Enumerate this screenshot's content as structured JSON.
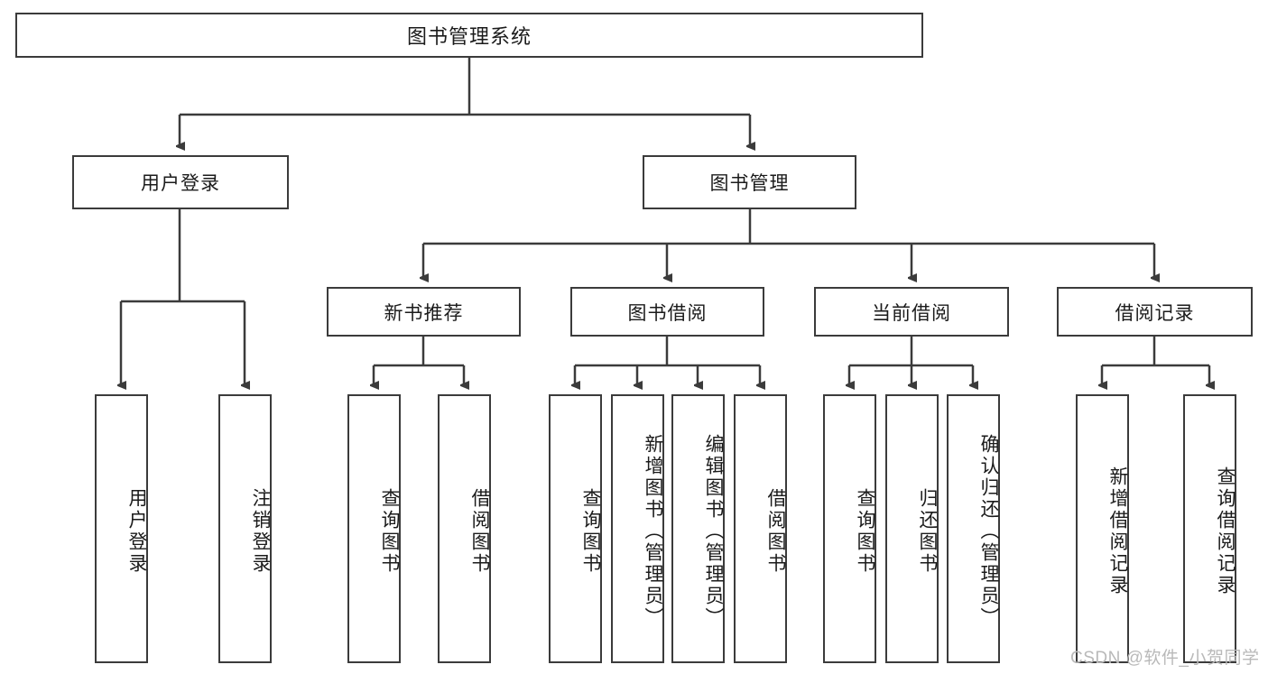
{
  "diagram": {
    "type": "tree-hierarchy",
    "title": "图书管理系统",
    "root": {
      "label": "图书管理系统"
    },
    "level2": [
      {
        "id": "user-login",
        "label": "用户登录"
      },
      {
        "id": "book-manage",
        "label": "图书管理"
      }
    ],
    "level3": [
      {
        "id": "new-book-recommend",
        "label": "新书推荐",
        "parent": "book-manage"
      },
      {
        "id": "book-borrow",
        "label": "图书借阅",
        "parent": "book-manage"
      },
      {
        "id": "current-borrow",
        "label": "当前借阅",
        "parent": "book-manage"
      },
      {
        "id": "borrow-record",
        "label": "借阅记录",
        "parent": "book-manage"
      }
    ],
    "leaves": [
      {
        "id": "leaf-user-login",
        "label": "用户登录",
        "parent": "user-login"
      },
      {
        "id": "leaf-logout-login",
        "label": "注销登录",
        "parent": "user-login"
      },
      {
        "id": "leaf-query-book-1",
        "label": "查询图书",
        "parent": "new-book-recommend"
      },
      {
        "id": "leaf-borrow-book-1",
        "label": "借阅图书",
        "parent": "new-book-recommend"
      },
      {
        "id": "leaf-query-book-2",
        "label": "查询图书",
        "parent": "book-borrow"
      },
      {
        "id": "leaf-add-book",
        "label": "新增图书（管理员）",
        "parent": "book-borrow"
      },
      {
        "id": "leaf-edit-book",
        "label": "编辑图书（管理员）",
        "parent": "book-borrow"
      },
      {
        "id": "leaf-borrow-book-2",
        "label": "借阅图书",
        "parent": "book-borrow"
      },
      {
        "id": "leaf-query-book-3",
        "label": "查询图书",
        "parent": "current-borrow"
      },
      {
        "id": "leaf-return-book",
        "label": "归还图书",
        "parent": "current-borrow"
      },
      {
        "id": "leaf-confirm-return",
        "label": "确认归还（管理员）",
        "parent": "current-borrow"
      },
      {
        "id": "leaf-add-record",
        "label": "新增借阅记录",
        "parent": "borrow-record"
      },
      {
        "id": "leaf-query-record",
        "label": "查询借阅记录",
        "parent": "borrow-record"
      }
    ]
  },
  "watermark": {
    "text": "CSDN @软件_小贺同学"
  },
  "colors": {
    "stroke": "#3b3b3b",
    "background": "#ffffff",
    "text": "#1b1b1b",
    "watermark": "#b9b9b9"
  }
}
